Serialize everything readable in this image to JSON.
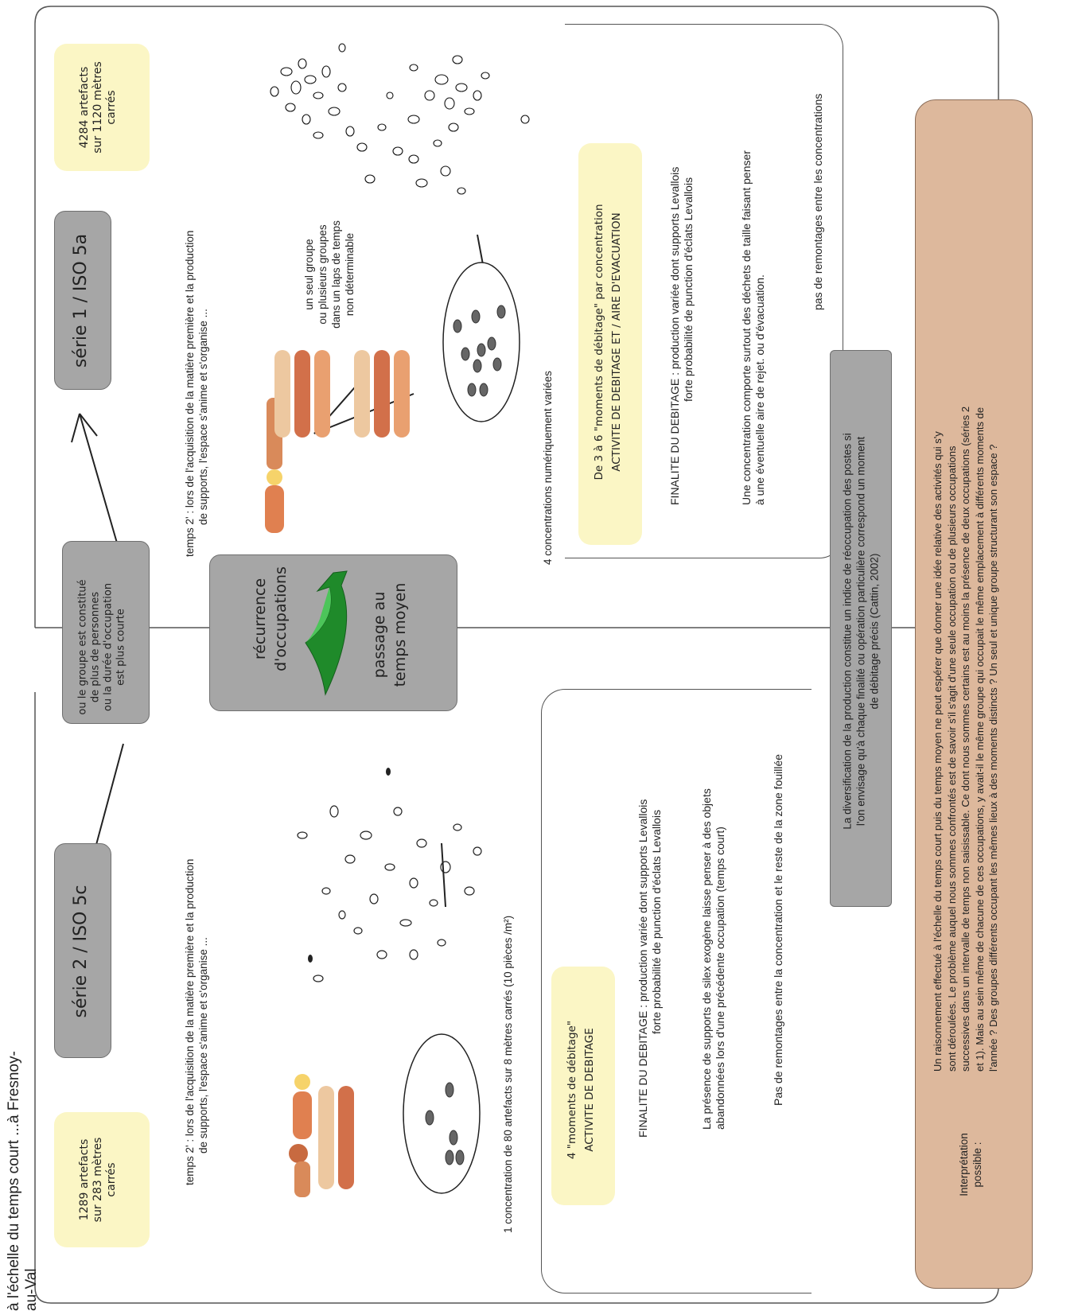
{
  "title": "à l'échelle du temps court ...à Fresnoy-au-Val",
  "left": {
    "count_badge": [
      "1289 artefacts",
      "sur 283 mètres",
      "carrés"
    ],
    "series_label": "série 2 / ISO 5c",
    "temps_text": [
      "temps 2' : lors de l'acquisition de la matière première et la production",
      "de supports, l'espace s'anime et s'organise ..."
    ],
    "concentration_caption": "1 concentration de 80 artefacts sur 8 mètres carrés (10 pièces /m²)",
    "moments_box": [
      "4 \"moments de débitage\"",
      "ACTIVITE DE DEBITAGE"
    ],
    "finalite": [
      "FINALITE DU DEBITAGE :  production variée dont supports Levallois",
      "forte probabilité de punction d'éclats Levallois"
    ],
    "presence": [
      "La présence de supports de silex exogène laisse penser à des objets",
      "abandonnées lors d'une précédente occupation (temps court)"
    ],
    "remontages": "Pas de remontages entre la concentration et le reste de la zone fouillée"
  },
  "right": {
    "count_badge": [
      "4284 artefacts",
      "sur 1120 mètres",
      "carrés"
    ],
    "series_label": "série 1 / ISO 5a",
    "temps_text": [
      "temps 2' : lors de l'acquisition de la matière première et la production",
      "de supports, l'espace s'anime et s'organise ..."
    ],
    "group_text": [
      "un seul groupe",
      "ou plusieurs groupes",
      "dans un laps de temps",
      "non déterminable"
    ],
    "concentration_caption": "4 concentrations numériquement variées",
    "moments_box": [
      "De 3 à 6 \"moments de débitage\" par concentration",
      "ACTIVITE DE DEBITAGE ET / AIRE D'EVACUATION"
    ],
    "finalite": [
      "FINALITE DU DEBITAGE :  production variée dont supports Levallois",
      "forte probabilité de punction d'éclats Levallois"
    ],
    "concentration_text": [
      "Une concentration comporte surtout des déchets de taille faisant penser",
      "à une éventuelle aire de rejet. ou d'évacuation."
    ],
    "remontages": "pas de remontages entre les concentrations"
  },
  "middle": {
    "group_note": [
      "ou le groupe est constitué",
      "de plus de personnes",
      "ou la durée d'occupation",
      "est plus courte"
    ],
    "recurrence": [
      "récurrence",
      "d'occupations"
    ],
    "passage": [
      "passage au",
      "temps moyen"
    ]
  },
  "diversification": [
    "La diversification de la production constitue un indice de réoccupation des postes si",
    "l'on envisage qu'à chaque finalité ou opération particulière correspond un moment",
    "de débitage précis (Cattin,  2002)"
  ],
  "interpretation": {
    "label": [
      "Interprétation",
      "possible :"
    ],
    "text": [
      "Un raisonnement effectué à l'échelle du temps court puis du temps moyen ne peut espérer que donner une idée relative des activités qui s'y",
      "sont déroulées. Le problème auquel nous sommes confrontés est de savoir s'il s'agit d'une seule occupation ou de plusieurs occupations",
      "successives dans un intervalle de temps non saisissable. Ce dont nous sommes certains est au moins la présence de deux occupations (séries 2",
      "et 1). Mais au sein même de chacune de ces occupations, y avait-il le même groupe qui occupait le même emplacement à différents moments de",
      "l'année ? Des groupes différents occupant les mêmes lieux à des moments distincts ? Un seul et unique groupe structurant son espace ?"
    ]
  },
  "colors": {
    "gray_box": "#a6a6a6",
    "yellow_box": "#fbf6c5",
    "beige_box": "#ddb89c",
    "arrow_green": "#1f8a2a"
  },
  "icons": [
    "people-group-illustration",
    "flint-scatter-map",
    "concentration-ellipse",
    "green-curved-arrow"
  ]
}
